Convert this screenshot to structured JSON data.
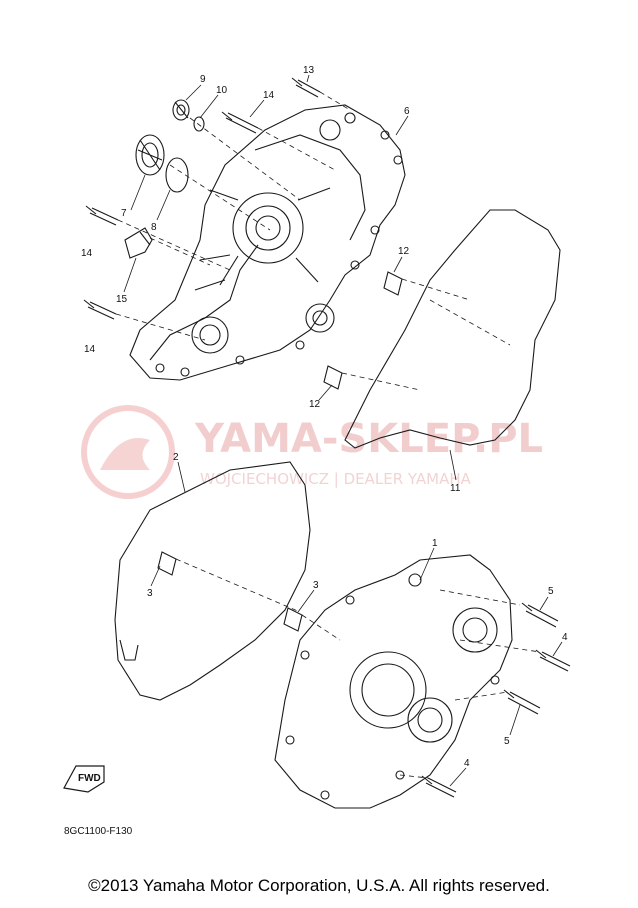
{
  "diagram_code": "8GC1100-F130",
  "fwd_label": "FWD",
  "watermark": {
    "title": "YAMA-SKLEP.PL",
    "subtitle": "WOJCIECHOWICZ | DEALER YAMAHA"
  },
  "copyright": "©2013 Yamaha Motor Corporation, U.S.A. All rights reserved.",
  "callouts": [
    {
      "id": "c13",
      "label": "13"
    },
    {
      "id": "c9",
      "label": "9"
    },
    {
      "id": "c10",
      "label": "10"
    },
    {
      "id": "c14a",
      "label": "14"
    },
    {
      "id": "c6",
      "label": "6"
    },
    {
      "id": "c7",
      "label": "7"
    },
    {
      "id": "c8",
      "label": "8"
    },
    {
      "id": "c14b",
      "label": "14"
    },
    {
      "id": "c15",
      "label": "15"
    },
    {
      "id": "c14c",
      "label": "14"
    },
    {
      "id": "c12a",
      "label": "12"
    },
    {
      "id": "c12b",
      "label": "12"
    },
    {
      "id": "c11",
      "label": "11"
    },
    {
      "id": "c2",
      "label": "2"
    },
    {
      "id": "c1",
      "label": "1"
    },
    {
      "id": "c3a",
      "label": "3"
    },
    {
      "id": "c3b",
      "label": "3"
    },
    {
      "id": "c5a",
      "label": "5"
    },
    {
      "id": "c4a",
      "label": "4"
    },
    {
      "id": "c5b",
      "label": "5"
    },
    {
      "id": "c4b",
      "label": "4"
    }
  ],
  "colors": {
    "line": "#1a1a1a",
    "watermark": "#e8a6a6"
  }
}
